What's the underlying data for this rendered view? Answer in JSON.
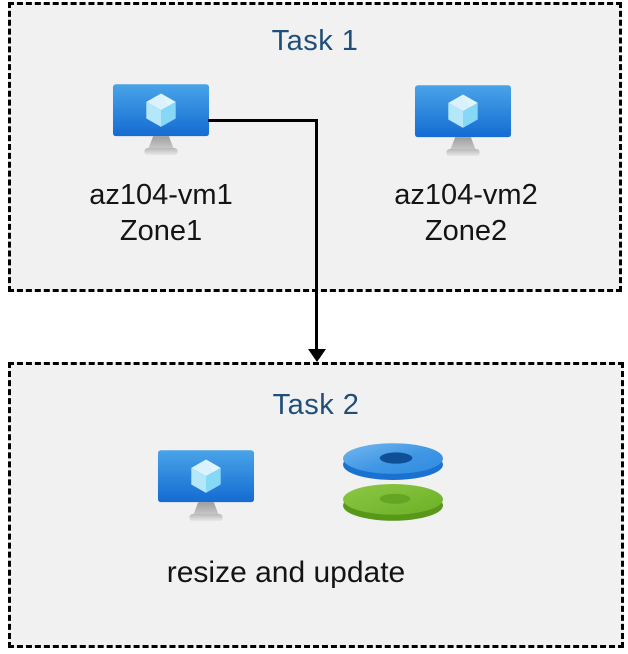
{
  "diagram": {
    "task1": {
      "title": "Task 1",
      "vms": [
        {
          "name": "az104-vm1",
          "zone": "Zone1"
        },
        {
          "name": "az104-vm2",
          "zone": "Zone2"
        }
      ]
    },
    "task2": {
      "title": "Task 2",
      "caption": "resize and update"
    },
    "icons": {
      "vm": "virtual-machine-icon",
      "disks": "managed-disks-icon",
      "connector": "down-arrow-connector"
    },
    "colors": {
      "box_fill": "#f1f1f1",
      "box_border": "#000000",
      "title_text": "#1F4E79",
      "label_text": "#141414",
      "vm_screen_top": "#4aa4e8",
      "vm_screen_bottom": "#146bd2",
      "vm_cube_top": "#d9f2fd",
      "vm_cube_left": "#b4e7fa",
      "vm_cube_right": "#85d9f6",
      "vm_stand_gray": "#a6a6a6",
      "disk_blue_top": "#3f97e4",
      "disk_blue_side": "#1a71cf",
      "disk_blue_hole": "#0f4f96",
      "disk_green_top": "#79bb31",
      "disk_green_side": "#579818",
      "disk_green_hole": "#64a524",
      "arrow": "#000000"
    }
  }
}
